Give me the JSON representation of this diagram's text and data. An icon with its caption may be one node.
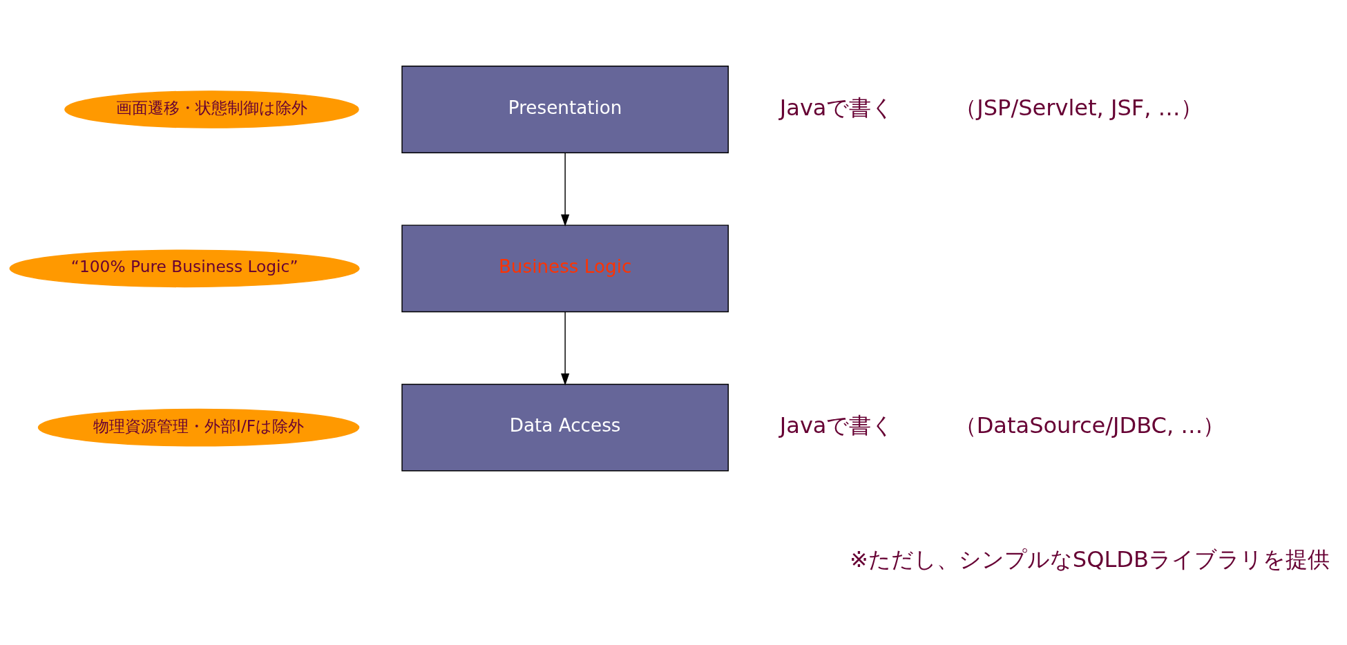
{
  "diagram": {
    "nodes": [
      {
        "text": [
          "画面遷移・状態制御は除外"
        ]
      },
      {
        "text": [
          "Presentation"
        ]
      },
      {
        "text": [
          "“100% Pure Business Logic”"
        ]
      },
      {
        "text": [
          "Business Logic"
        ]
      },
      {
        "text": [
          "物理資源管理・外部I/Fは除外"
        ]
      },
      {
        "text": [
          "Data Access"
        ]
      }
    ],
    "edges": [
      {
        "from": 1,
        "to": 3,
        "arrow": "to"
      },
      {
        "from": 3,
        "to": 5,
        "arrow": "to"
      }
    ],
    "labels": [
      "Javaで書く",
      "（JSP/Servlet, JSF, …）",
      "Javaで書く",
      "（DataSource/JDBC, …）",
      "※ただし、シンプルなSQLDBライブラリを提供"
    ]
  }
}
